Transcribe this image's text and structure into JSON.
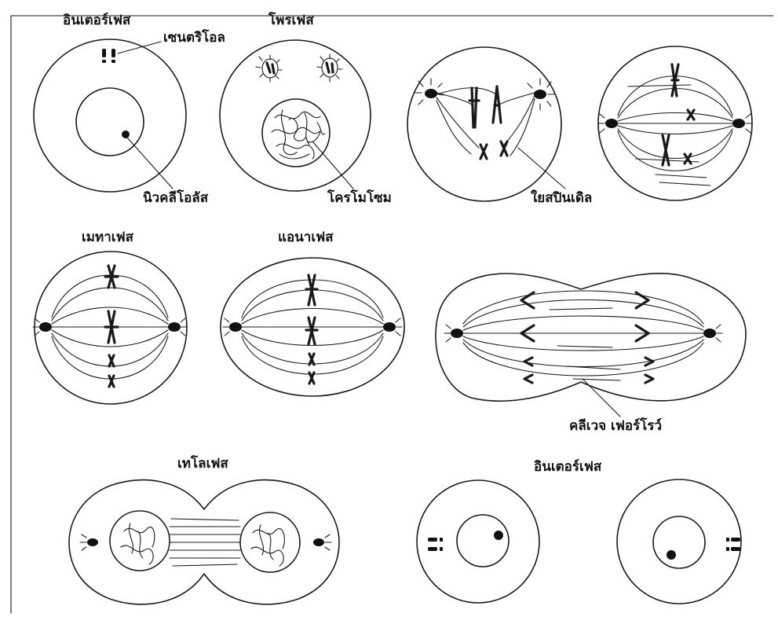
{
  "labels": {
    "interphase_top": "อินเตอร์เฟส",
    "centriole": "เซนตริโอล",
    "nucleolus": "นิวคลีโอลัส",
    "prophase": "โพรเฟส",
    "chromosome": "โครโมโซม",
    "spindle_fiber": "ใยสปินเดิล",
    "metaphase": "เมทาเฟส",
    "anaphase": "แอนาเฟส",
    "cleavage_furrow": "คลีเวจ เฟอร์โรว์",
    "telophase": "เทโลเฟส",
    "interphase_bottom": "อินเตอร์เฟส"
  }
}
